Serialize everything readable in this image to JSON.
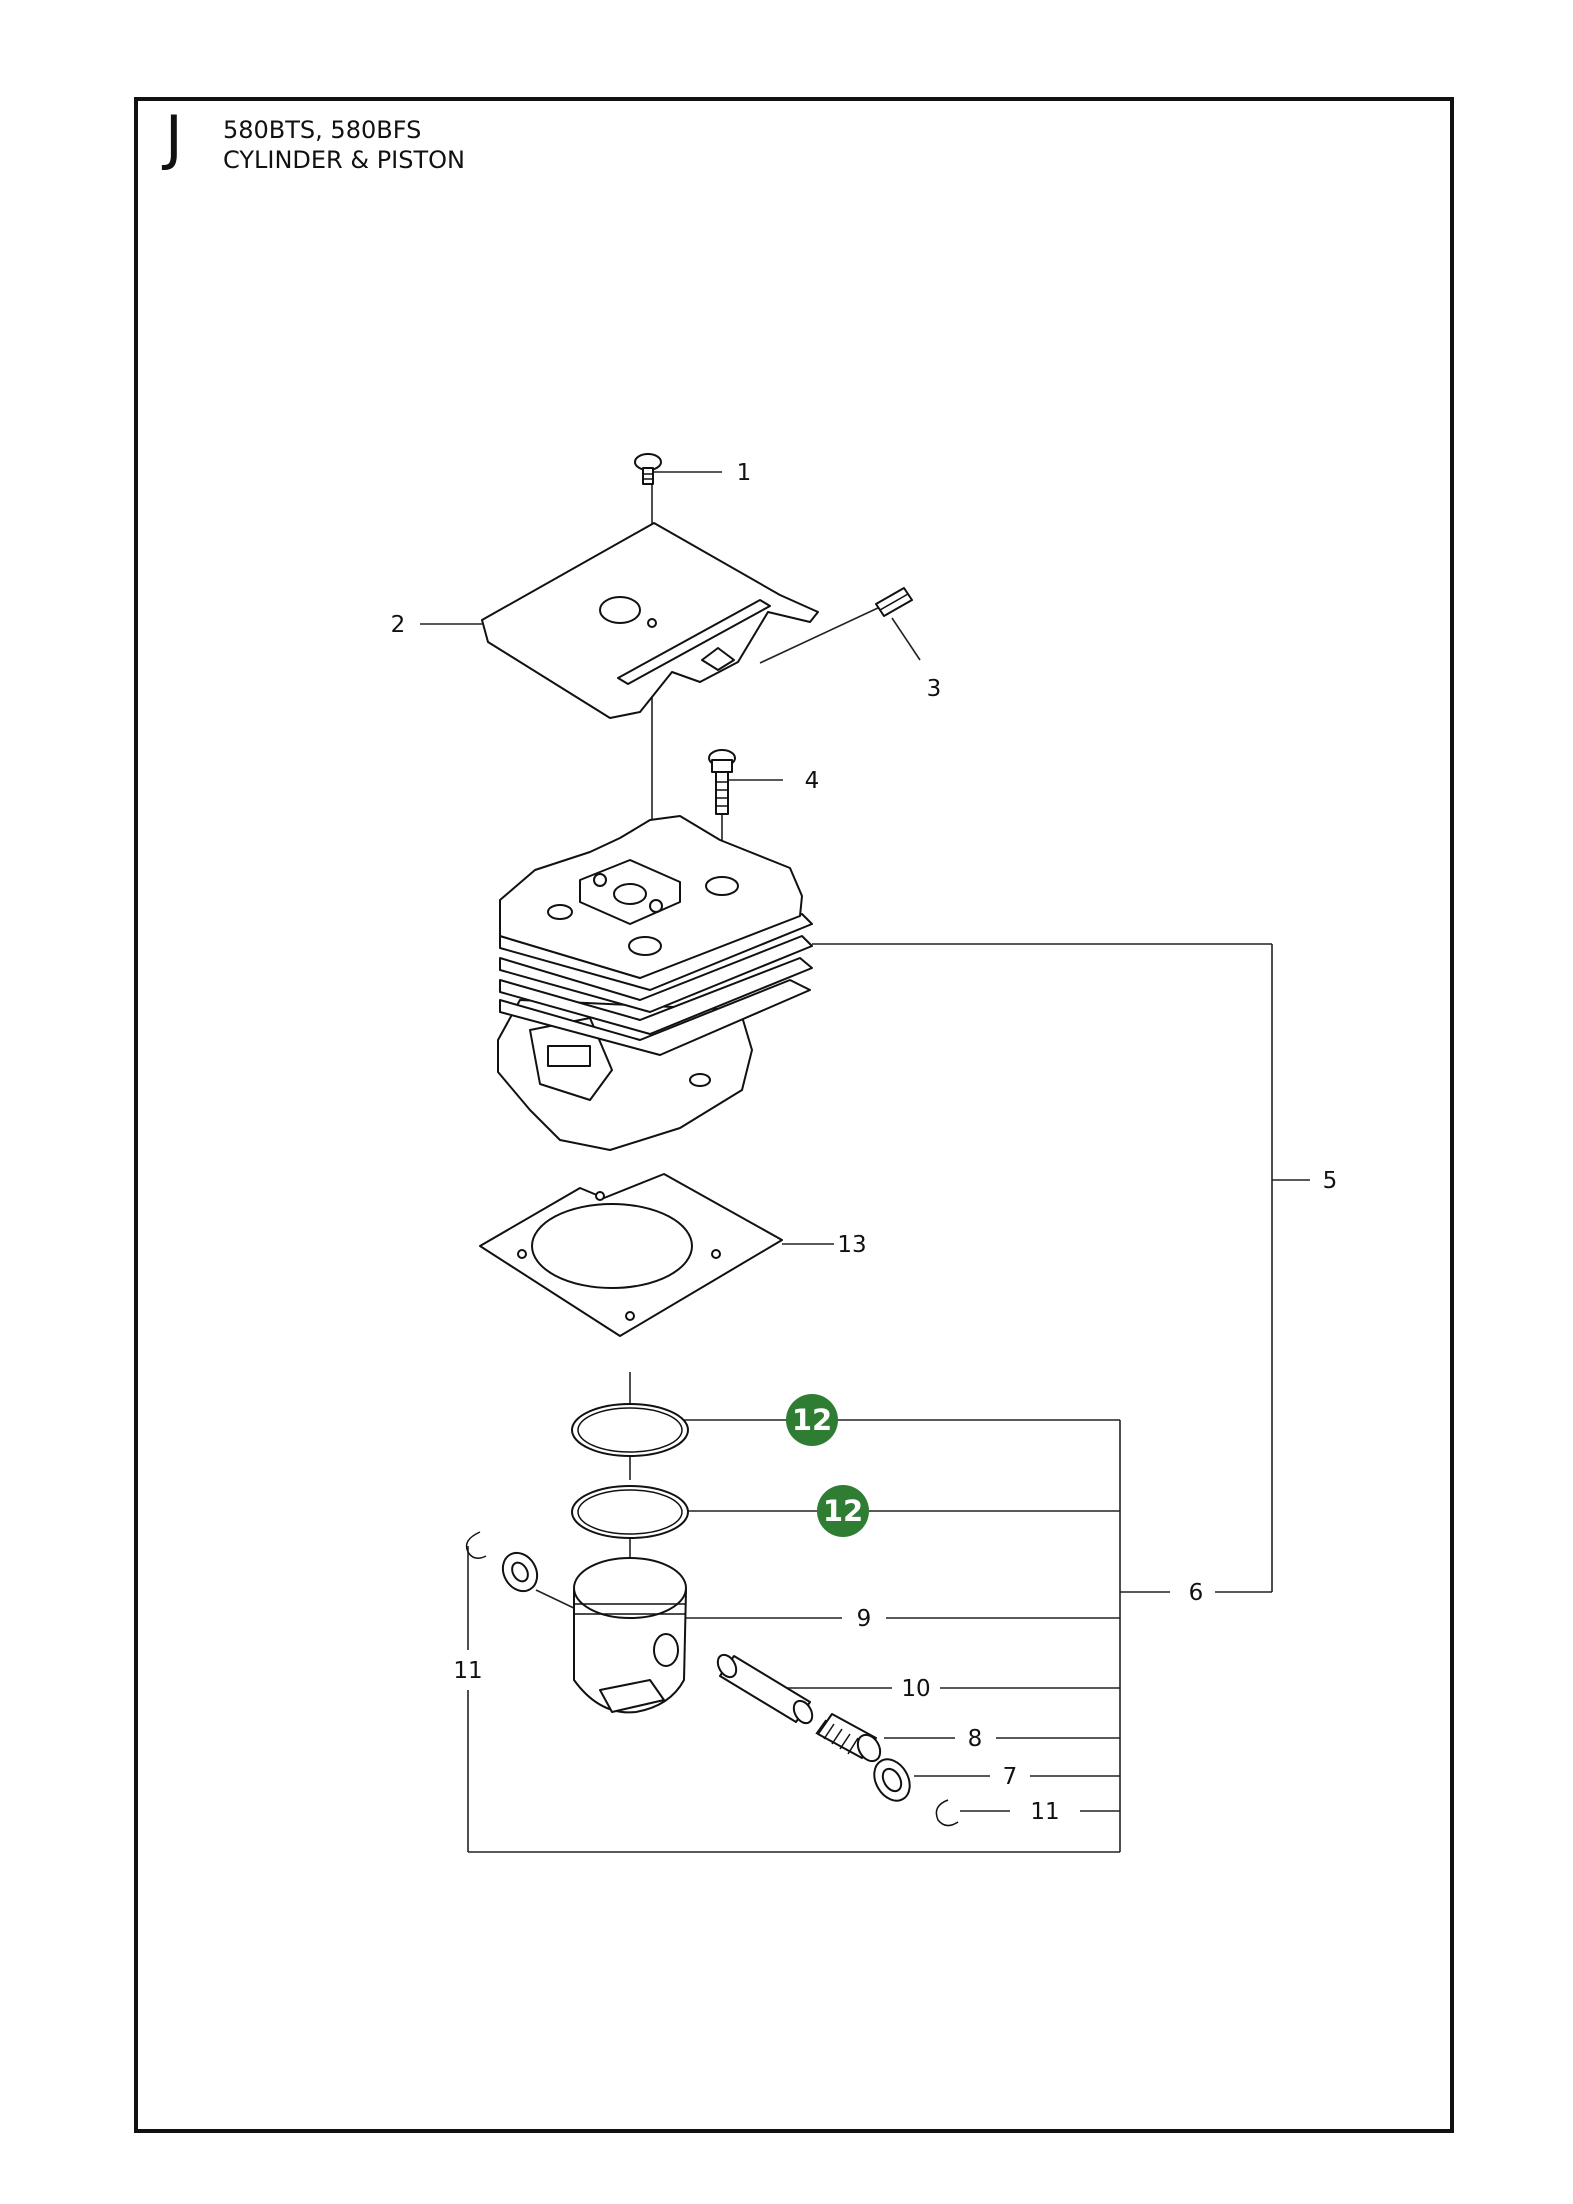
{
  "header": {
    "section_letter": "J",
    "model": "580BTS, 580BFS",
    "title": "CYLINDER & PISTON"
  },
  "colors": {
    "highlight": "#2e7d32",
    "line": "#222222"
  },
  "callouts": [
    {
      "id": "c1",
      "label": "1"
    },
    {
      "id": "c2",
      "label": "2"
    },
    {
      "id": "c3",
      "label": "3"
    },
    {
      "id": "c4",
      "label": "4"
    },
    {
      "id": "c5",
      "label": "5"
    },
    {
      "id": "c6",
      "label": "6"
    },
    {
      "id": "c7",
      "label": "7"
    },
    {
      "id": "c8",
      "label": "8"
    },
    {
      "id": "c9",
      "label": "9"
    },
    {
      "id": "c10",
      "label": "10"
    },
    {
      "id": "c11a",
      "label": "11"
    },
    {
      "id": "c11b",
      "label": "11"
    },
    {
      "id": "c12a",
      "label": "12"
    },
    {
      "id": "c12b",
      "label": "12"
    },
    {
      "id": "c13",
      "label": "13"
    }
  ]
}
